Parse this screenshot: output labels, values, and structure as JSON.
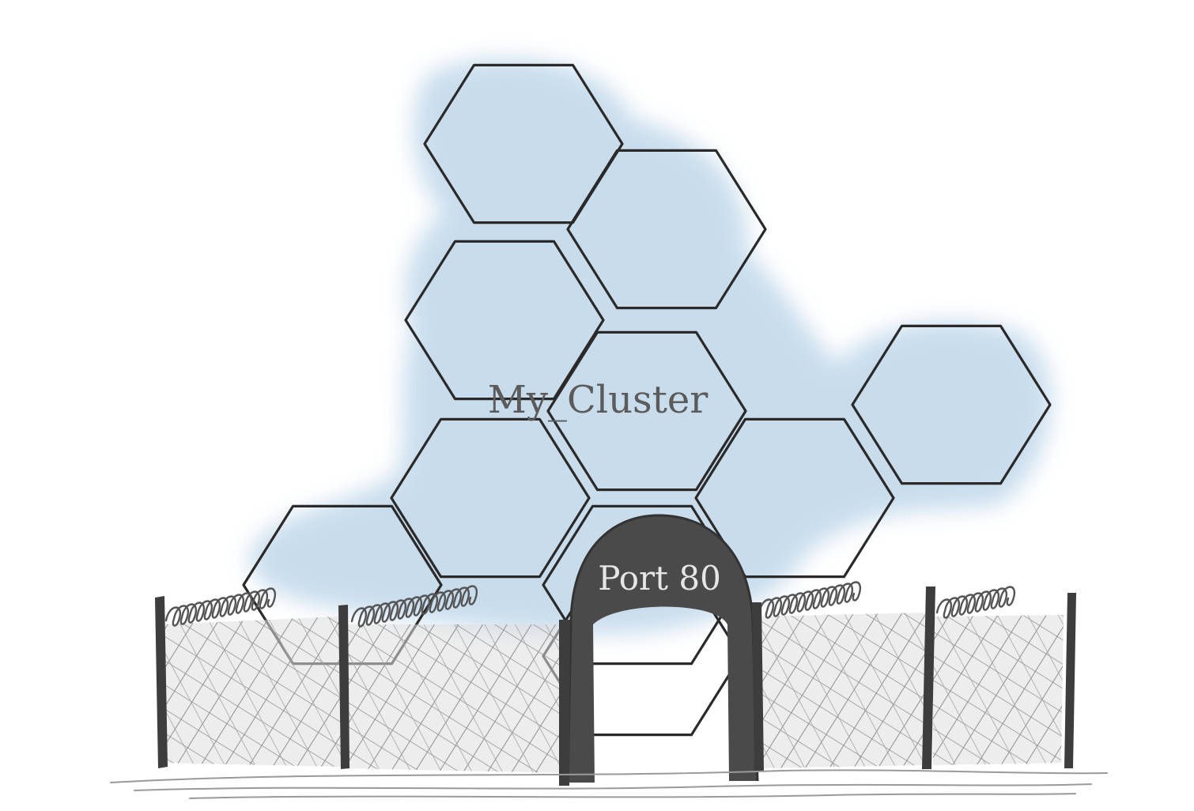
{
  "cluster": {
    "label": "My_Cluster",
    "hex_count": 10,
    "fill_color": "#c9dcec",
    "stroke_color": "#2a2a2a",
    "inner_line_color": "#a9bccb"
  },
  "gate": {
    "label": "Port 80",
    "color": "#4a4a4a",
    "text_color": "#e6e6e6"
  },
  "fence": {
    "post_color": "#3d3d3d",
    "mesh_color": "#9a9a9a",
    "wire_color": "#555555",
    "post_count": 6,
    "coil_count": 4
  }
}
